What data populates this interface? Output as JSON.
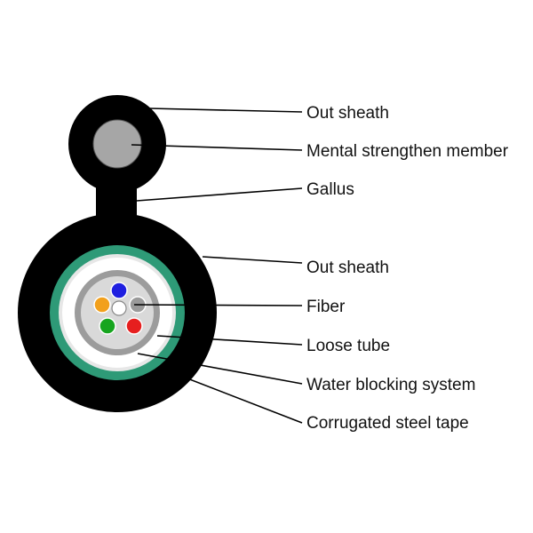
{
  "colors": {
    "sheath": "#000000",
    "strength_member": "#a6a6a6",
    "water_blocking": "#2e9a77",
    "corrugated_steel_tape": "#e7e7e7",
    "loose_tube_outer": "#9c9c9c",
    "loose_tube_inner": "#d9d9d9",
    "fiber_blue": "#1f1fe0",
    "fiber_orange": "#f2a01c",
    "fiber_gray": "#9a9a9a",
    "fiber_green": "#17a51f",
    "fiber_red": "#e61f1f",
    "fiber_center": "#ffffff"
  },
  "labels": {
    "out_sheath_top": "Out sheath",
    "strength_member": "Mental strengthen member",
    "gallus": "Gallus",
    "out_sheath_main": "Out sheath",
    "fiber": "Fiber",
    "loose_tube": "Loose tube",
    "water_blocking": "Water blocking system",
    "corrugated_steel_tape": "Corrugated steel tape"
  }
}
